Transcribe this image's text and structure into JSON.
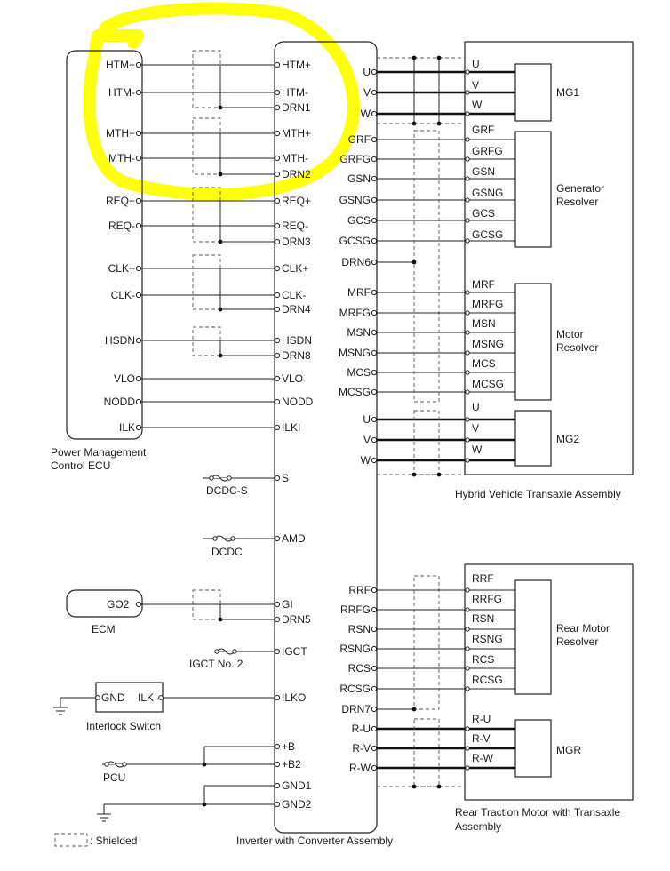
{
  "ecu": {
    "title_line1": "Power Management",
    "title_line2": "Control ECU",
    "pins": [
      "HTM+",
      "HTM-",
      "MTH+",
      "MTH-",
      "REQ+",
      "REQ-",
      "CLK+",
      "CLK-",
      "HSDN",
      "VLO",
      "NODD",
      "ILK"
    ]
  },
  "inverter": {
    "title": "Inverter with Converter Assembly",
    "left_pins": [
      "HTM+",
      "HTM-",
      "DRN1",
      "MTH+",
      "MTH-",
      "DRN2",
      "REQ+",
      "REQ-",
      "DRN3",
      "CLK+",
      "CLK-",
      "DRN4",
      "HSDN",
      "DRN8",
      "VLO",
      "NODD",
      "ILKI",
      "S",
      "AMD",
      "GI",
      "DRN5",
      "IGCT",
      "ILKO",
      "+B",
      "+B2",
      "GND1",
      "GND2"
    ],
    "right_pins_top": [
      "U",
      "V",
      "W",
      "GRF",
      "GRFG",
      "GSN",
      "GSNG",
      "GCS",
      "GCSG",
      "DRN6",
      "MRF",
      "MRFG",
      "MSN",
      "MSNG",
      "MCS",
      "MCSG",
      "U",
      "V",
      "W"
    ],
    "right_pins_bottom": [
      "RRF",
      "RRFG",
      "RSN",
      "RSNG",
      "RCS",
      "RCSG",
      "DRN7",
      "R-U",
      "R-V",
      "R-W"
    ]
  },
  "transaxle": {
    "title": "Hybrid Vehicle Transaxle Assembly",
    "mg1": "MG1",
    "mg2": "MG2",
    "gen_resolver_line1": "Generator",
    "gen_resolver_line2": "Resolver",
    "motor_resolver_line1": "Motor",
    "motor_resolver_line2": "Resolver",
    "pins": [
      "U",
      "V",
      "W",
      "GRF",
      "GRFG",
      "GSN",
      "GSNG",
      "GCS",
      "GCSG",
      "MRF",
      "MRFG",
      "MSN",
      "MSNG",
      "MCS",
      "MCSG",
      "U",
      "V",
      "W"
    ]
  },
  "rear": {
    "title_line1": "Rear Traction Motor with Transaxle",
    "title_line2": "Assembly",
    "resolver_line1": "Rear Motor",
    "resolver_line2": "Resolver",
    "mgr": "MGR",
    "pins": [
      "RRF",
      "RRFG",
      "RSN",
      "RSNG",
      "RCS",
      "RCSG",
      "R-U",
      "R-V",
      "R-W"
    ]
  },
  "fuses": {
    "dcdc_s": "DCDC-S",
    "dcdc": "DCDC",
    "igct": "IGCT No. 2",
    "pcu": "PCU"
  },
  "ecm": {
    "title": "ECM",
    "pin": "GO2"
  },
  "interlock": {
    "title": "Interlock Switch",
    "gnd": "GND",
    "ilk": "ILK"
  },
  "legend": {
    "label": ": Shielded"
  },
  "colors": {
    "highlight": "#ffff00"
  }
}
